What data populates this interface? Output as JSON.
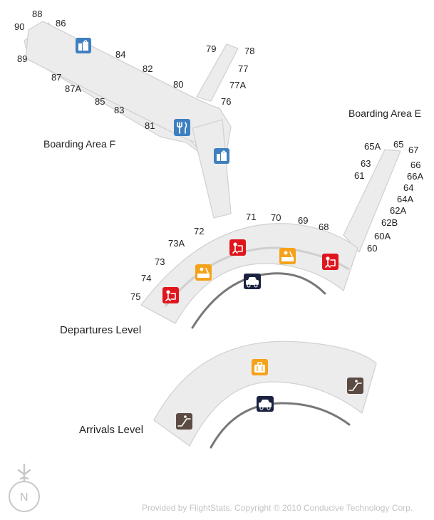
{
  "map": {
    "boarding_areas": {
      "f": "Boarding Area F",
      "e": "Boarding Area E"
    },
    "levels": {
      "departures": "Departures Level",
      "arrivals": "Arrivals Level"
    },
    "gates": {
      "g90": "90",
      "g88": "88",
      "g86": "86",
      "g89": "89",
      "g84": "84",
      "g82": "82",
      "g87": "87",
      "g87a": "87A",
      "g85": "85",
      "g83": "83",
      "g81": "81",
      "g80": "80",
      "g79": "79",
      "g78": "78",
      "g77": "77",
      "g77a": "77A",
      "g76": "76",
      "g65a": "65A",
      "g65": "65",
      "g67": "67",
      "g63": "63",
      "g66": "66",
      "g61": "61",
      "g66a": "66A",
      "g64": "64",
      "g64a": "64A",
      "g62a": "62A",
      "g62b": "62B",
      "g60a": "60A",
      "g60": "60",
      "g71": "71",
      "g70": "70",
      "g69": "69",
      "g68": "68",
      "g72": "72",
      "g73a": "73A",
      "g73": "73",
      "g74": "74",
      "g75": "75"
    },
    "north_label": "N",
    "credit": "Provided by FlightStats. Copyright © 2010 Conducive Technology Corp.",
    "colors": {
      "concourse_fill": "#ececec",
      "concourse_stroke": "#d2d2d2",
      "road": "#777777",
      "restaurant_blue": "#3e7fc0",
      "security_red": "#e0161d",
      "checkin_orange": "#f5a21b",
      "ground_transport_navy": "#1b2340",
      "escalator_brown": "#5b4b43"
    },
    "icons": [
      "shopping-icon",
      "restaurant-icon",
      "security-icon",
      "check-in-icon",
      "ground-transport-icon",
      "baggage-claim-icon",
      "escalator-icon",
      "compass-icon"
    ]
  }
}
